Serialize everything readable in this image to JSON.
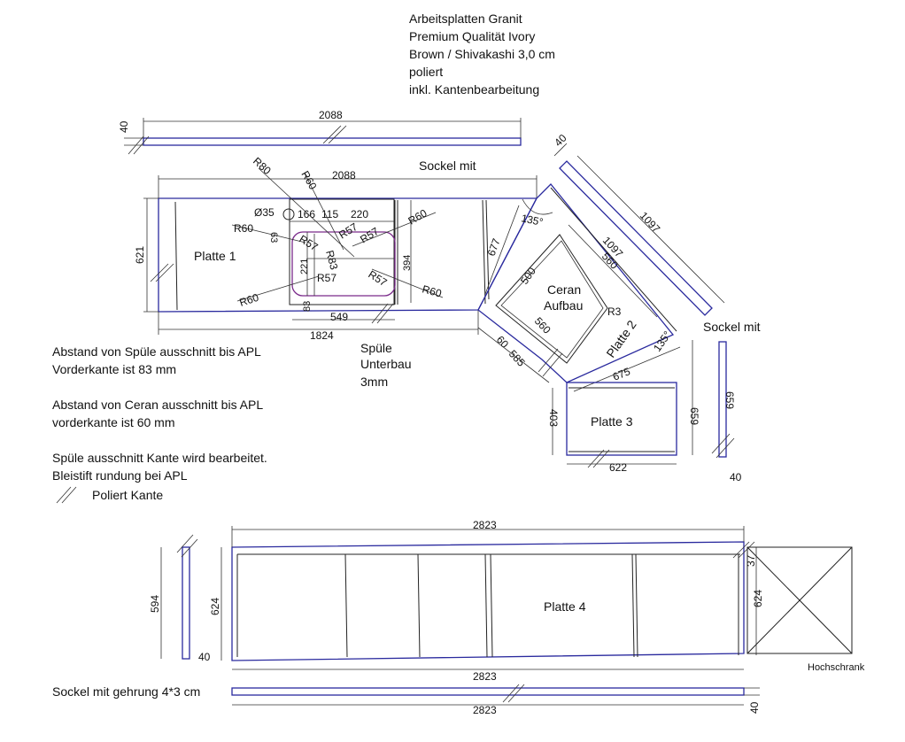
{
  "header": {
    "lines": [
      "Arbeitsplatten Granit",
      "Premium Qualität Ivory",
      "Brown / Shivakashi 3,0 cm",
      "poliert",
      "inkl. Kantenbearbeitung"
    ]
  },
  "notes": {
    "spuele_line1": "Abstand von Spüle ausschnitt bis APL",
    "spuele_line2": "Vorderkante ist 83 mm",
    "ceran_line1": "Abstand von Ceran ausschnitt bis APL",
    "ceran_line2": "vorderkante ist 60 mm",
    "kante_line1": "Spüle ausschnitt Kante wird bearbeitet.",
    "kante_line2": "Bleistift rundung bei APL",
    "legend": "Poliert Kante"
  },
  "labels": {
    "platte1": "Platte 1",
    "platte2": "Platte 2",
    "platte3": "Platte 3",
    "platte4": "Platte 4",
    "ceran1": "Ceran",
    "ceran2": "Aufbau",
    "spuele1": "Spüle",
    "spuele2": "Unterbau",
    "spuele3": "3mm",
    "sockel_top": "Sockel mit",
    "sockel_right": "Sockel mit",
    "sockel_bottom": "Sockel mit gehrung 4*3 cm",
    "hochschrank": "Hochschrank"
  },
  "dims": {
    "d40a": "40",
    "d2088a": "2088",
    "d2088b": "2088",
    "d621": "621",
    "d35": "Ø35",
    "d166": "166",
    "d115": "115",
    "d220": "220",
    "r80": "R80",
    "r60a": "R60",
    "r60b": "R60",
    "r60c": "R60",
    "r60d": "R60",
    "r60e": "R60",
    "r57a": "R57",
    "r57b": "R57",
    "r57c": "R57",
    "r57d": "R57",
    "r57e": "R57",
    "r83": "R83",
    "r3": "R3",
    "d63": "63",
    "d221": "221",
    "d394": "394",
    "d83": "83",
    "d549": "549",
    "d1824": "1824",
    "d677": "677",
    "d135a": "135°",
    "d135b": "135°",
    "d40b": "40",
    "d1097a": "1097",
    "d1097b": "1097",
    "d560a": "560",
    "d560b": "560",
    "d500": "500",
    "d60": "60",
    "d585": "585",
    "d675": "675",
    "d403": "403",
    "d622": "622",
    "d659a": "659",
    "d659b": "659",
    "d40c": "40",
    "d594": "594",
    "d624a": "624",
    "d40d": "40",
    "d2823a": "2823",
    "d2823b": "2823",
    "d37": "37",
    "d624b": "624",
    "d2823c": "2823",
    "d40e": "40"
  }
}
